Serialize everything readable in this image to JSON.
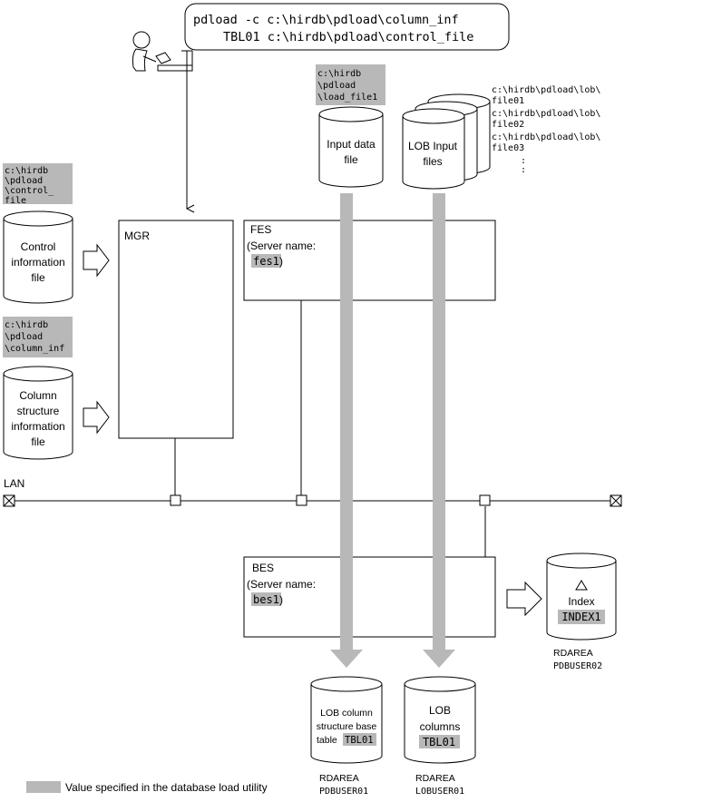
{
  "command": {
    "line1": "pdload -c c:\\hirdb\\pdload\\column_inf",
    "line2": "TBL01 c:\\hirdb\\pdload\\control_file"
  },
  "paths": {
    "load_file": [
      "c:\\hirdb",
      "\\pdload",
      "\\load_file1"
    ],
    "control_file": [
      "c:\\hirdb",
      "\\pdload",
      "\\control_",
      "file"
    ],
    "column_inf": [
      "c:\\hirdb",
      "\\pdload",
      "\\column_inf"
    ],
    "lob_files": [
      "c:\\hirdb\\pdload\\lob\\",
      "file01",
      "c:\\hirdb\\pdload\\lob\\",
      "file02",
      "c:\\hirdb\\pdload\\lob\\",
      "file03"
    ],
    "lob_ellipsis": ":"
  },
  "storage": {
    "input_data": [
      "Input data",
      "file"
    ],
    "lob_input": [
      "LOB Input",
      "files"
    ],
    "control_info": [
      "Control",
      "information",
      "file"
    ],
    "column_structure": [
      "Column",
      "structure",
      "information",
      "file"
    ],
    "index": "Index",
    "index_name": "INDEX1",
    "lob_base": [
      "LOB column",
      "structure base",
      "table"
    ],
    "lob_base_table": "TBL01",
    "lob_columns": [
      "LOB",
      "columns"
    ],
    "lob_columns_table": "TBL01"
  },
  "servers": {
    "mgr": "MGR",
    "fes": "FES",
    "fes_label": "(Server name:",
    "fes_name": "fes1",
    "bes": "BES",
    "bes_label": "(Server name:",
    "bes_name": "bes1",
    "close_paren": ")"
  },
  "network": {
    "lan": "LAN"
  },
  "rdareas": {
    "label": "RDAREA",
    "index_area": "PDBUSER02",
    "base_area": "PDBUSER01",
    "lob_area": "LOBUSER01"
  },
  "legend": {
    "text": "Value specified in the database load utility"
  }
}
